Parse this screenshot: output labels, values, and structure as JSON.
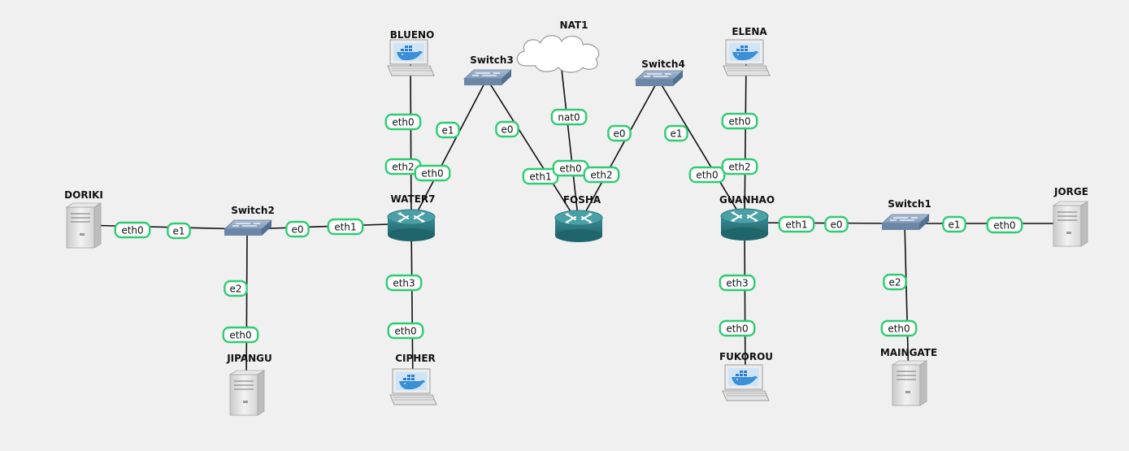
{
  "nodes": {
    "doriki": {
      "label": "DORIKI",
      "type": "server"
    },
    "jipangu": {
      "label": "JIPANGU",
      "type": "server"
    },
    "switch2": {
      "label": "Switch2",
      "type": "switch"
    },
    "water7": {
      "label": "WATER7",
      "type": "router"
    },
    "blueno": {
      "label": "BLUENO",
      "type": "docker-host"
    },
    "cipher": {
      "label": "CIPHER",
      "type": "docker-host"
    },
    "switch3": {
      "label": "Switch3",
      "type": "switch"
    },
    "nat1": {
      "label": "NAT1",
      "type": "cloud"
    },
    "fosha": {
      "label": "FOSHA",
      "type": "router"
    },
    "switch4": {
      "label": "Switch4",
      "type": "switch"
    },
    "elena": {
      "label": "ELENA",
      "type": "docker-host"
    },
    "guanhao": {
      "label": "GUANHAO",
      "type": "router"
    },
    "fukorou": {
      "label": "FUKOROU",
      "type": "docker-host"
    },
    "switch1": {
      "label": "Switch1",
      "type": "switch"
    },
    "jorge": {
      "label": "JORGE",
      "type": "server"
    },
    "maingate": {
      "label": "MAINGATE",
      "type": "server"
    }
  },
  "links": [
    {
      "a": "doriki",
      "a_if": "eth0",
      "b": "switch2",
      "b_if": "e1"
    },
    {
      "a": "switch2",
      "a_if": "e0",
      "b": "water7",
      "b_if": "eth1"
    },
    {
      "a": "switch2",
      "a_if": "e2",
      "b": "jipangu",
      "b_if": "eth0"
    },
    {
      "a": "water7",
      "a_if": "eth2",
      "b": "blueno",
      "b_if": "eth0"
    },
    {
      "a": "water7",
      "a_if": "eth3",
      "b": "cipher",
      "b_if": "eth0"
    },
    {
      "a": "water7",
      "a_if": "eth0",
      "b": "switch3",
      "b_if": "e1"
    },
    {
      "a": "switch3",
      "a_if": "e0",
      "b": "fosha",
      "b_if": "eth1"
    },
    {
      "a": "nat1",
      "a_if": "nat0",
      "b": "fosha",
      "b_if": "eth0"
    },
    {
      "a": "fosha",
      "a_if": "eth2",
      "b": "switch4",
      "b_if": "e0"
    },
    {
      "a": "switch4",
      "a_if": "e1",
      "b": "guanhao",
      "b_if": "eth0"
    },
    {
      "a": "guanhao",
      "a_if": "eth2",
      "b": "elena",
      "b_if": "eth0"
    },
    {
      "a": "guanhao",
      "a_if": "eth3",
      "b": "fukorou",
      "b_if": "eth0"
    },
    {
      "a": "guanhao",
      "a_if": "eth1",
      "b": "switch1",
      "b_if": "e0"
    },
    {
      "a": "switch1",
      "a_if": "e1",
      "b": "jorge",
      "b_if": "eth0"
    },
    {
      "a": "switch1",
      "a_if": "e2",
      "b": "maingate",
      "b_if": "eth0"
    }
  ],
  "colors": {
    "interface_border": "#2ecc71",
    "router": "#2f7f86",
    "switch": "#7b97b8",
    "server": "#d9d9d9",
    "docker": "#3a8fd6",
    "background": "#f0f0f0"
  }
}
